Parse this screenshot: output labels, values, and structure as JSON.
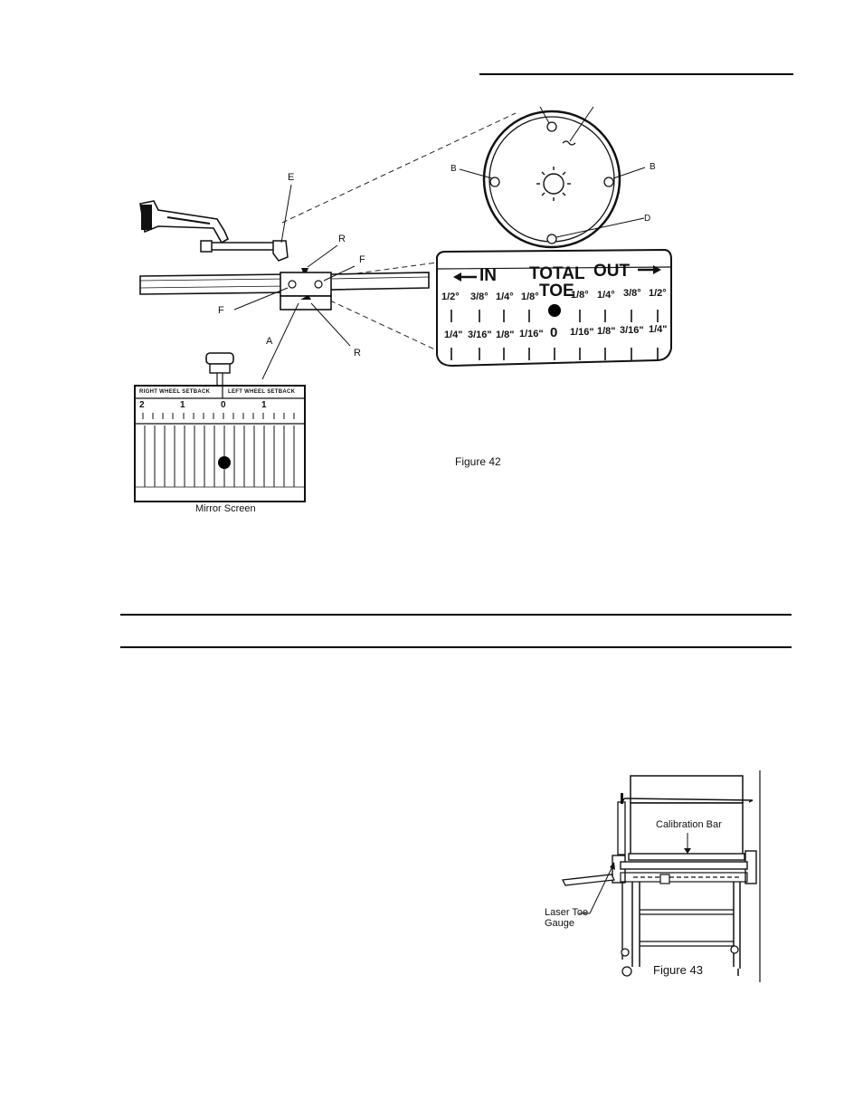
{
  "figure42": {
    "caption": "Figure 42",
    "mirror_caption": "Mirror Screen",
    "callouts": {
      "E": "E",
      "R_top": "R",
      "F_right": "F",
      "F_left": "F",
      "A": "A",
      "R_bottom": "R",
      "B_left": "B",
      "B_right": "B",
      "D": "D"
    },
    "mirror_screen": {
      "right_header": "RIGHT WHEEL SETBACK",
      "left_header": "LEFT WHEEL SETBACK",
      "ticks": [
        "2",
        "1",
        "0",
        "1"
      ]
    },
    "toe_scale": {
      "in_label": "IN",
      "total_label": "TOTAL",
      "toe_label": "TOE",
      "out_label": "OUT",
      "degree_row": [
        "1/2°",
        "3/8°",
        "1/4°",
        "1/8°",
        "1/8°",
        "1/4°",
        "3/8°",
        "1/2°"
      ],
      "inch_row": [
        "1/4\"",
        "3/16\"",
        "1/8\"",
        "1/16\"",
        "0",
        "1/16\"",
        "1/8\"",
        "3/16\"",
        "1/4\""
      ]
    }
  },
  "figure43": {
    "caption": "Figure 43",
    "calibration_bar_label": "Calibration Bar",
    "laser_label_line1": "Laser Toe",
    "laser_label_line2": "Gauge"
  }
}
